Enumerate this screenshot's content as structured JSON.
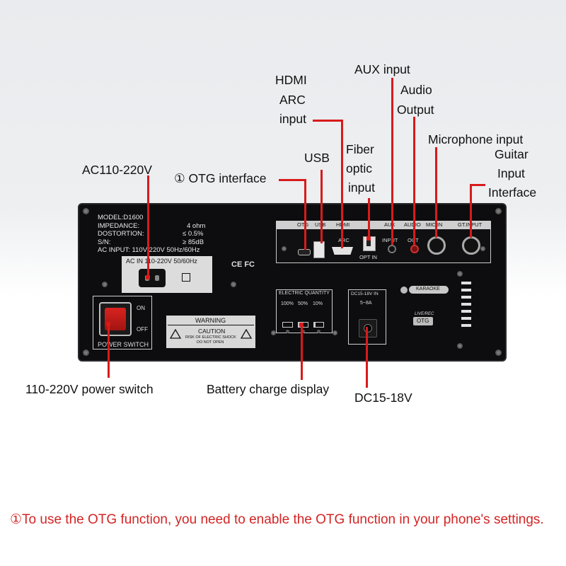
{
  "labels": {
    "ac_voltage": "AC110-220V",
    "otg": "① OTG interface",
    "usb": "USB",
    "hdmi_l1": "HDMI",
    "hdmi_l2": "ARC",
    "hdmi_l3": "input",
    "fiber_l1": "Fiber",
    "fiber_l2": "optic",
    "fiber_l3": "input",
    "aux": "AUX input",
    "audio_l1": "Audio",
    "audio_l2": "Output",
    "mic": "Microphone input",
    "guitar_l1": "Guitar",
    "guitar_l2": "Input",
    "guitar_l3": "Interface",
    "power_switch": "110-220V power switch",
    "battery": "Battery charge display",
    "dc": "DC15-18V"
  },
  "panel": {
    "spec": {
      "model": "MODEL:D1600",
      "impedance_k": "IMPEDANCE:",
      "impedance_v": "4 ohm",
      "distortion_k": "DOSTORTION:",
      "distortion_v": "≤ 0.5%",
      "sn_k": "S/N:",
      "sn_v": "≥ 85dB",
      "ac_input": "AC INPUT: 110V 220V   50Hz/60Hz"
    },
    "ac_in": "AC IN 110-220V 50/60Hz",
    "ce_fcc": "CE FC",
    "power_on": "ON",
    "power_off": "OFF",
    "power_label": "POWER SWITCH",
    "warning": "WARNING",
    "caution": "CAUTION",
    "caution_sub1": "RISK OF ELECTRIC SHOCK",
    "caution_sub2": "DO NOT OPEN",
    "electric_quantity": "ELECTRIC QUANTITY",
    "eq_100": "100%",
    "eq_50": "50%",
    "eq_10": "10%",
    "dc_in": "DC15-18V  IN",
    "dc_amp": "5~8A",
    "port_otg": "OTG",
    "port_usb": "USB",
    "port_hdmi": "HDMI",
    "port_arc": "ARC",
    "port_opt": "OPT IN",
    "port_aux": "AUX",
    "port_input": "INPUT",
    "port_audio": "AUDIO",
    "port_out": "OUT",
    "port_mic": "MIC.IN",
    "port_gt": "GT.INPUT",
    "karaoke": "KARAOKE",
    "live_rec": "LIVE/REC",
    "otg_badge": "OTG"
  },
  "note": "①To use the OTG function, you need to enable the OTG function in your phone's settings.",
  "colors": {
    "accent_red": "#d91a1a",
    "note_red": "#d42424",
    "panel_black": "#0d0d0f"
  }
}
